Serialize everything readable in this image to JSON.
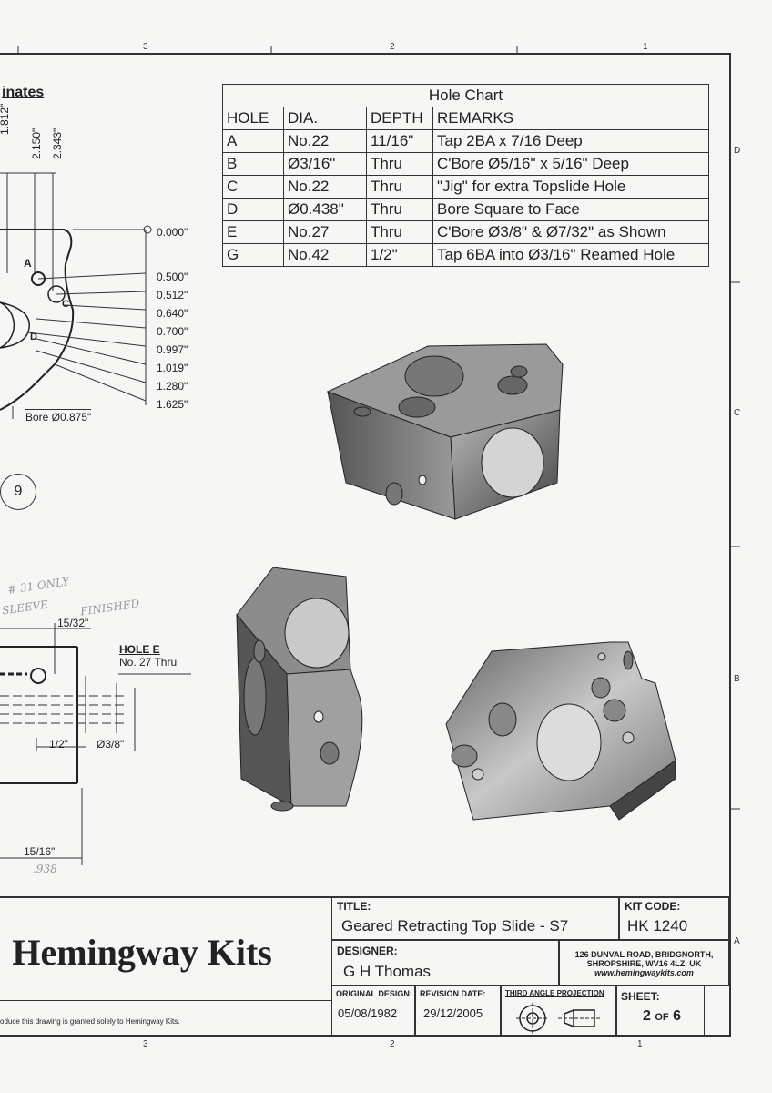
{
  "zone_numbers": [
    "3",
    "2",
    "1"
  ],
  "zone_letters": [
    "D",
    "C",
    "B",
    "A"
  ],
  "section_title": "inates",
  "hole_chart": {
    "title": "Hole Chart",
    "headers": [
      "HOLE",
      "DIA.",
      "DEPTH",
      "REMARKS"
    ],
    "rows": [
      [
        "A",
        "No.22",
        "11/16\"",
        "Tap 2BA x 7/16 Deep"
      ],
      [
        "B",
        "Ø3/16\"",
        "Thru",
        "C'Bore Ø5/16\" x 5/16\" Deep"
      ],
      [
        "C",
        "No.22",
        "Thru",
        "\"Jig\" for extra Topslide Hole"
      ],
      [
        "D",
        "Ø0.438\"",
        "Thru",
        "Bore Square to Face"
      ],
      [
        "E",
        "No.27",
        "Thru",
        "C'Bore Ø3/8\" & Ø7/32\" as Shown"
      ],
      [
        "G",
        "No.42",
        "1/2\"",
        "Tap 6BA into Ø3/16\" Reamed Hole"
      ]
    ]
  },
  "vertical_dims": [
    "1.812\"",
    "2.150\"",
    "2.343\""
  ],
  "ordinates": [
    "0.000\"",
    "0.500\"",
    "0.512\"",
    "0.640\"",
    "0.700\"",
    "0.997\"",
    "1.019\"",
    "1.280\"",
    "1.625\""
  ],
  "labels": {
    "hole_a": "A",
    "hole_c": "C",
    "hole_d": "D",
    "bore": "Bore Ø0.875\"",
    "view_number": "9",
    "dim_15_32": "15/32\"",
    "hole_e_title": "HOLE E",
    "hole_e_desc": "No. 27 Thru",
    "dim_half": "1/2\"",
    "dim_3_8": "Ø3/8\"",
    "dim_15_16": "15/16\""
  },
  "handwriting": {
    "line1": "# 31 ONLY",
    "line2": "SLEEVE",
    "line3": "FINISHED",
    "line4": ".938"
  },
  "title_block": {
    "title_label": "TITLE:",
    "title": "Geared Retracting Top Slide - S7",
    "kit_code_label": "KIT CODE:",
    "kit_code": "HK 1240",
    "designer_label": "DESIGNER:",
    "designer": "G H Thomas",
    "address_line1": "126 DUNVAL ROAD, BRIDGNORTH,",
    "address_line2": "SHROPSHIRE, WV16 4LZ, UK",
    "website": "www.hemingwaykits.com",
    "original_design_label": "ORIGINAL DESIGN:",
    "original_design": "05/08/1982",
    "revision_date_label": "REVISION DATE:",
    "revision_date": "29/12/2005",
    "projection_label": "THIRD ANGLE PROJECTION",
    "sheet_label": "SHEET:",
    "sheet_num": "2",
    "sheet_of": "OF",
    "sheet_total": "6",
    "brand": "Hemingway Kits",
    "copyright": "oduce this drawing is granted solely to Hemingway Kits."
  }
}
